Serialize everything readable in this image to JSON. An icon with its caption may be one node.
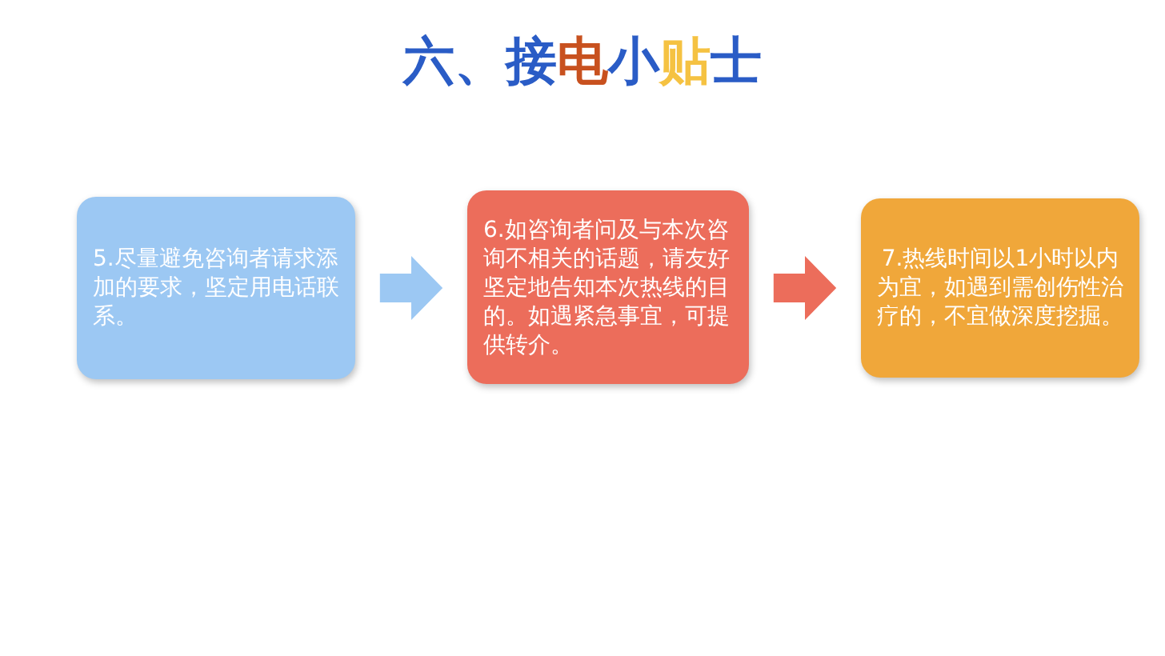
{
  "diagram": {
    "title": "六、接电小贴士",
    "nodes": [
      {
        "text": [
          "5.尽量避免咨询者请求添加的要求，坚定用电话联系。"
        ]
      },
      {
        "text": [
          "6.如咨询者问及与本次咨询不相关的话题，请友好坚定地告知本次热线的目的。如遇紧急事宜，可提供转介。"
        ]
      },
      {
        "text": [
          "7.热线时间以1小时以内为宜，如遇到需创伤性治疗的，不宜做深度挖掘。"
        ]
      }
    ],
    "edges": [
      {
        "from": 0,
        "to": 1,
        "arrow": "to",
        "color": "#9cc8f3"
      },
      {
        "from": 1,
        "to": 2,
        "arrow": "to",
        "color": "#ec6d5b"
      }
    ]
  }
}
